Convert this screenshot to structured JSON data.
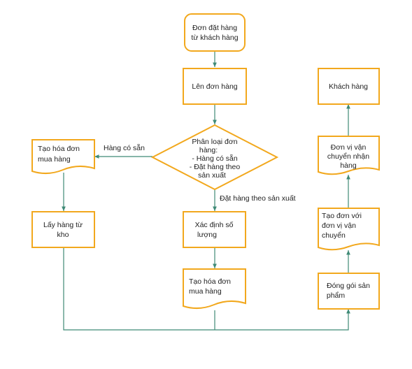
{
  "diagram": {
    "nodes": {
      "start": {
        "lines": [
          "Đơn đặt hàng",
          "từ khách hàng"
        ]
      },
      "create_order": {
        "lines": [
          "Lên đơn hàng"
        ]
      },
      "classify": {
        "lines": [
          "Phân loại đơn",
          "hàng:",
          "- Hàng có sẵn",
          "- Đặt hàng theo",
          "sản xuất"
        ]
      },
      "invoice_left": {
        "lines": [
          "Tạo hóa đơn",
          "mua hàng"
        ]
      },
      "pick_from_stock": {
        "lines": [
          "Lấy hàng từ",
          "kho"
        ]
      },
      "determine_qty": {
        "lines": [
          "Xác định số",
          "lượng"
        ]
      },
      "invoice_mid": {
        "lines": [
          "Tạo hóa đơn",
          "mua hàng"
        ]
      },
      "customer": {
        "lines": [
          "Khách hàng"
        ]
      },
      "carrier_receive": {
        "lines": [
          "Đơn vị vận",
          "chuyển nhận",
          "hàng"
        ]
      },
      "carrier_order": {
        "lines": [
          "Tạo đơn với",
          "đơn vị vận",
          "chuyển"
        ]
      },
      "packing": {
        "lines": [
          "Đóng gói sản",
          "phẩm"
        ]
      }
    },
    "edge_labels": {
      "in_stock": "Hàng có sẵn",
      "made_to_order": "Đặt hàng theo sản xuất"
    },
    "colors": {
      "node_border": "#f2a81d",
      "connector": "#3f8a76",
      "text": "#222222"
    }
  }
}
